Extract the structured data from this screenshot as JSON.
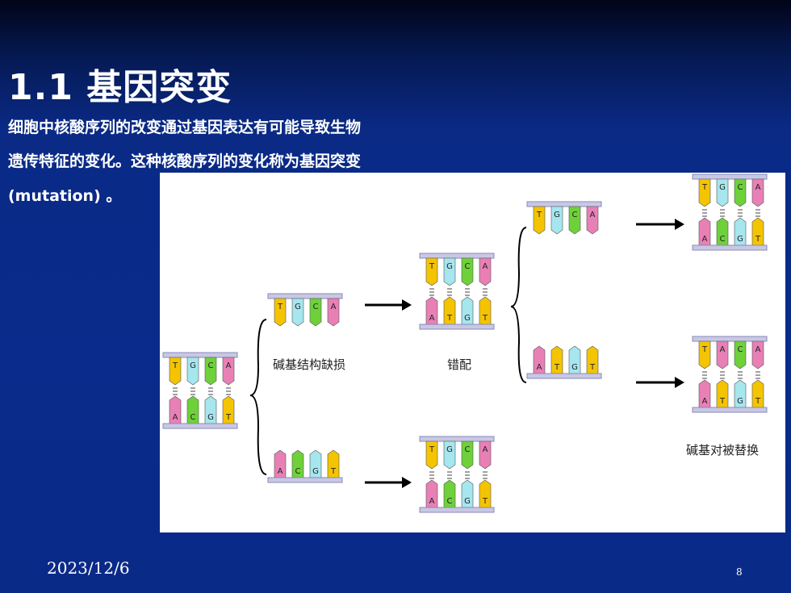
{
  "slide": {
    "title": "1.1 基因突变",
    "body_lines": [
      "细胞中核酸序列的改变通过基因表达有可能导致生物",
      "遗传特征的变化。这种核酸序列的变化称为基因突变",
      "(mutation) 。"
    ],
    "date": "2023/12/6",
    "page_number": "8"
  },
  "diagram": {
    "labels": {
      "structure_damage": "碱基结构缺损",
      "mismatch": "错配",
      "substitution": "碱基对被替换"
    },
    "colors": {
      "T": "#f5c400",
      "G": "#a6e6ee",
      "C": "#6ed13a",
      "A": "#e880b6",
      "bar": "#c8c8e4",
      "bar_border": "#8a8ab8",
      "arrow": "#000000"
    },
    "units": [
      {
        "id": "original",
        "top": [
          "T",
          "G",
          "C",
          "A"
        ],
        "bottom": [
          "A",
          "C",
          "G",
          "T"
        ]
      },
      {
        "id": "damaged-top",
        "top": [
          "T",
          "G",
          "C",
          "A"
        ],
        "bottom": []
      },
      {
        "id": "damaged-bottom",
        "top": [],
        "bottom": [
          "A",
          "C",
          "G",
          "T"
        ]
      },
      {
        "id": "mismatch-pair",
        "top": [
          "T",
          "G",
          "C",
          "A"
        ],
        "bottom": [
          "A",
          "T",
          "G",
          "T"
        ]
      },
      {
        "id": "repaired-pair",
        "top": [
          "T",
          "G",
          "C",
          "A"
        ],
        "bottom": [
          "A",
          "C",
          "G",
          "T"
        ]
      },
      {
        "id": "mismatch-top",
        "top": [
          "T",
          "G",
          "C",
          "A"
        ],
        "bottom": []
      },
      {
        "id": "mismatch-bottom",
        "top": [],
        "bottom": [
          "A",
          "T",
          "G",
          "T"
        ]
      },
      {
        "id": "result-normal",
        "top": [
          "T",
          "G",
          "C",
          "A"
        ],
        "bottom": [
          "A",
          "C",
          "G",
          "T"
        ]
      },
      {
        "id": "result-substituted",
        "top": [
          "T",
          "A",
          "C",
          "A"
        ],
        "bottom": [
          "A",
          "T",
          "G",
          "T"
        ]
      }
    ]
  }
}
